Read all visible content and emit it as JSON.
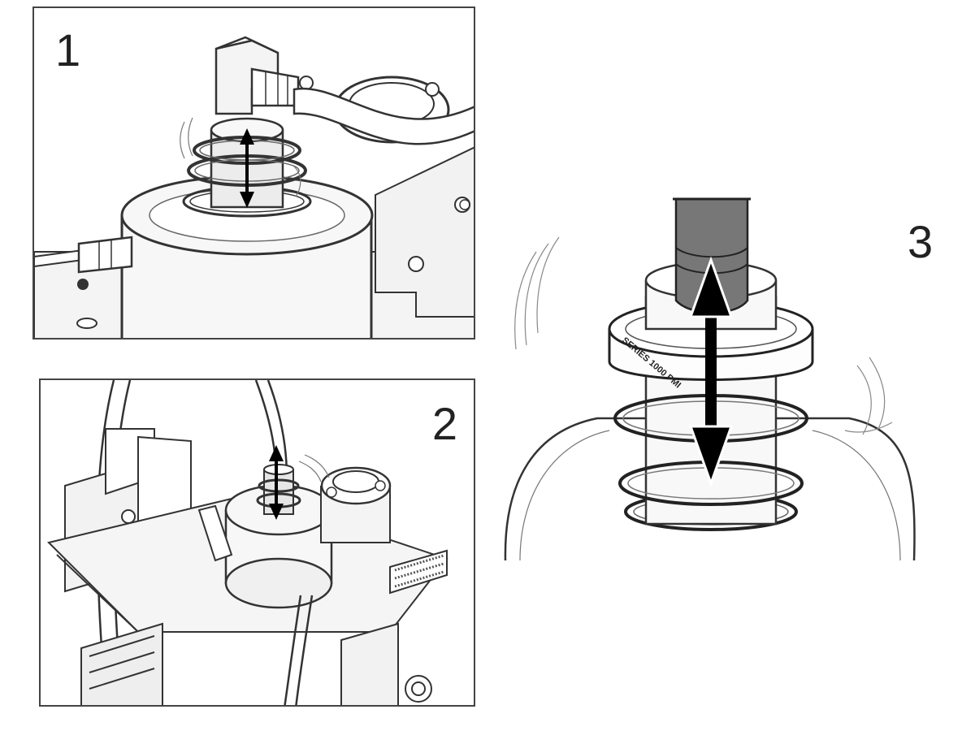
{
  "steps": [
    {
      "number": "1"
    },
    {
      "number": "2"
    },
    {
      "number": "3"
    }
  ],
  "ring_text": "SERIES 1000 PMI"
}
